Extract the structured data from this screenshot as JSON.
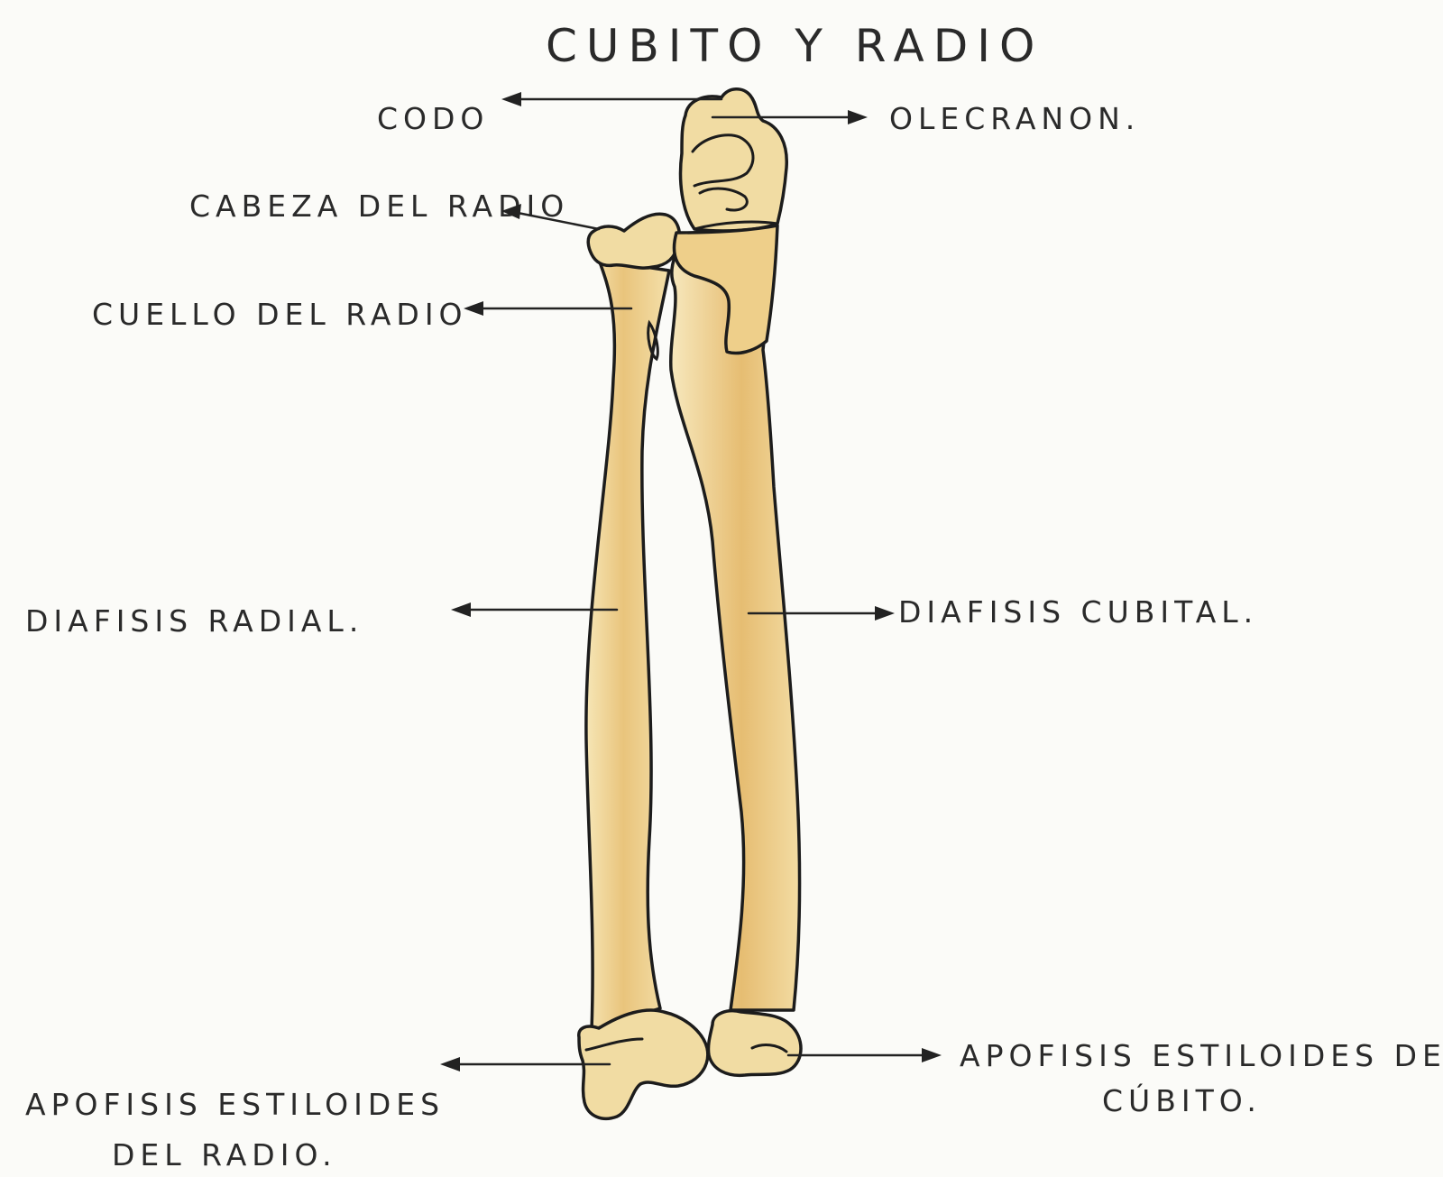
{
  "title": "CUBITO Y RADIO",
  "labels": {
    "codo": "CODO",
    "olecranon": "OLECRANON.",
    "cabeza_del_radio": "CABEZA DEL RADIO",
    "cuello_del_radio": "CUELLO DEL RADIO",
    "diafisis_radial": "DIAFISIS RADIAL.",
    "diafisis_cubital": "DIAFISIS CUBITAL.",
    "apofisis_radio_line1": "APOFISIS ESTILOIDES",
    "apofisis_radio_line2": "DEL RADIO.",
    "apofisis_cubito_line1": "APOFISIS ESTILOIDES DEL",
    "apofisis_cubito_line2": "CÚBITO."
  },
  "colors": {
    "paper": "#fbfbf8",
    "bone_fill": "#f3dfa8",
    "bone_shade": "#e2b866",
    "ink": "#1c1c1c"
  }
}
